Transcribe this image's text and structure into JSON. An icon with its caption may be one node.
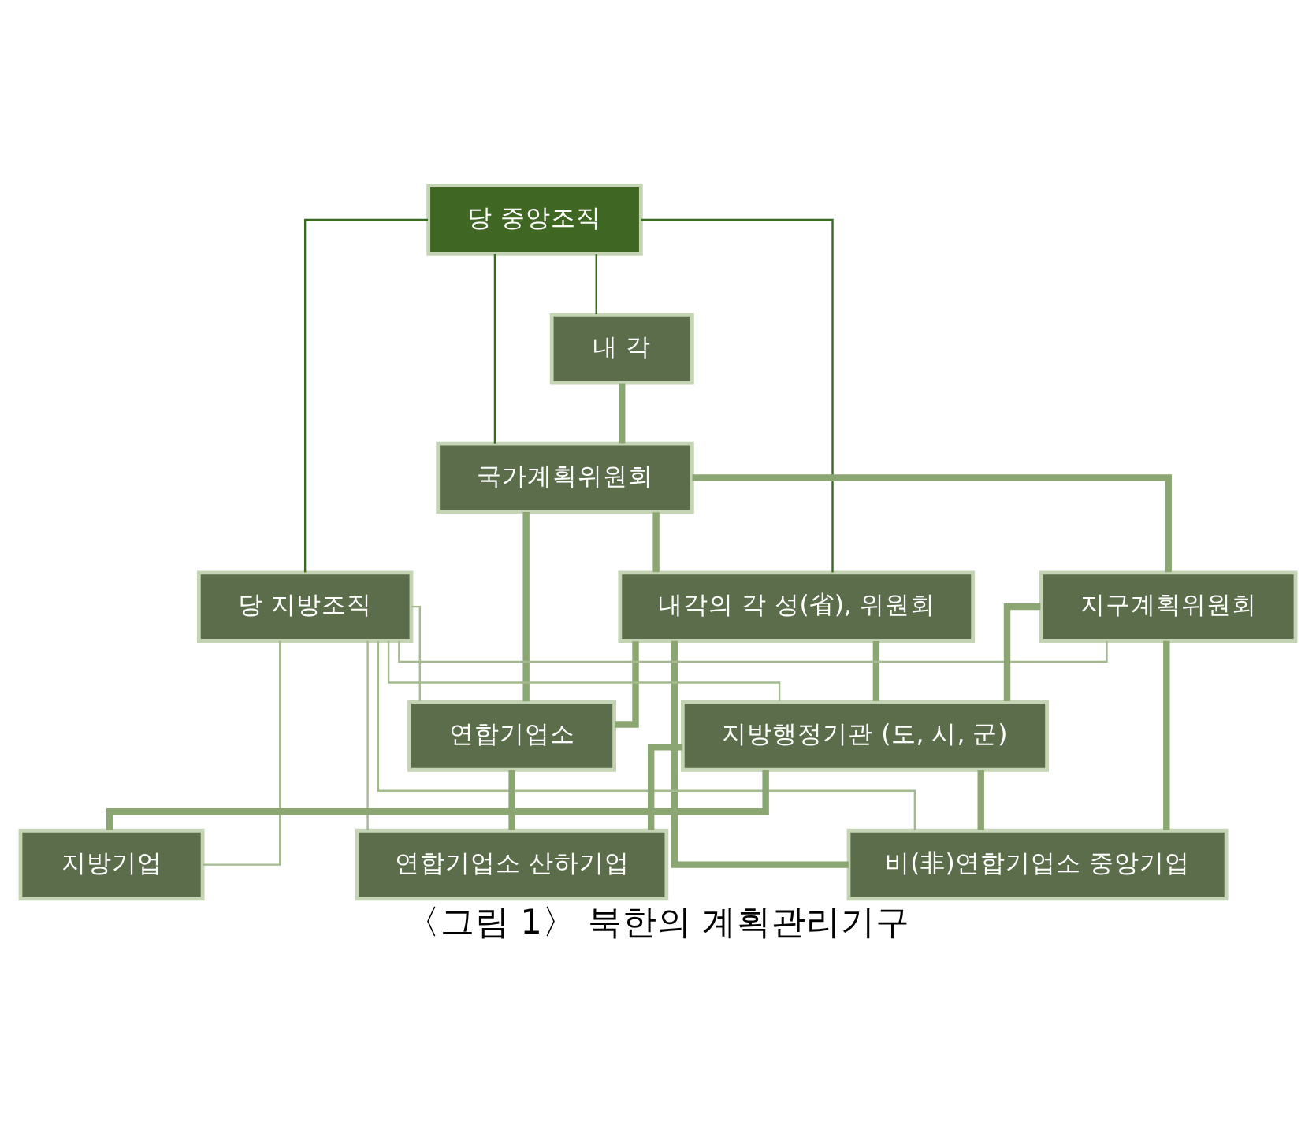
{
  "diagram": {
    "caption": "〈그림 1〉 북한의 계획관리기구",
    "nodes": [
      {
        "text": [
          "당 중앙조직"
        ]
      },
      {
        "text": [
          "내 각"
        ]
      },
      {
        "text": [
          "국가계획위원회"
        ]
      },
      {
        "text": [
          "내각의 각 성(省), 위원회"
        ]
      },
      {
        "text": [
          "당 지방조직"
        ]
      },
      {
        "text": [
          "지구계획위원회"
        ]
      },
      {
        "text": [
          "지방행정기관 (도, 시, 군)"
        ]
      },
      {
        "text": [
          "연합기업소"
        ]
      },
      {
        "text": [
          "비(非)연합기업소 중앙기업"
        ]
      },
      {
        "text": [
          "연합기업소 산하기업"
        ]
      },
      {
        "text": [
          "지방기업"
        ]
      }
    ],
    "edges": [
      {
        "from": 0,
        "to": 1,
        "arrow": "none",
        "color": "#3a6b20"
      },
      {
        "from": 0,
        "to": 2,
        "arrow": "none",
        "color": "#3a6b20"
      },
      {
        "from": 0,
        "to": 3,
        "arrow": "none",
        "color": "#3a6b20"
      },
      {
        "from": 0,
        "to": 4,
        "arrow": "none",
        "color": "#3a6b20"
      },
      {
        "from": 1,
        "to": 2,
        "arrow": "none"
      },
      {
        "from": 2,
        "to": 5,
        "arrow": "none"
      },
      {
        "from": 2,
        "to": 7,
        "arrow": "none"
      },
      {
        "from": 2,
        "to": 3,
        "arrow": "none"
      },
      {
        "from": 3,
        "to": 6,
        "arrow": "none"
      },
      {
        "from": 3,
        "to": 7,
        "arrow": "none"
      },
      {
        "from": 3,
        "to": 8,
        "arrow": "none"
      },
      {
        "from": 4,
        "to": 5,
        "arrow": "none",
        "color": "#a4ba8e"
      },
      {
        "from": 4,
        "to": 7,
        "arrow": "none",
        "color": "#a4ba8e"
      },
      {
        "from": 4,
        "to": 6,
        "arrow": "none",
        "color": "#a4ba8e"
      },
      {
        "from": 4,
        "to": 8,
        "arrow": "none",
        "color": "#a4ba8e"
      },
      {
        "from": 4,
        "to": 9,
        "arrow": "none",
        "color": "#a4ba8e"
      },
      {
        "from": 4,
        "to": 10,
        "arrow": "none",
        "color": "#a4ba8e"
      },
      {
        "from": 5,
        "to": 6,
        "arrow": "none"
      },
      {
        "from": 5,
        "to": 8,
        "arrow": "none"
      },
      {
        "from": 7,
        "to": 9,
        "arrow": "none"
      },
      {
        "from": 6,
        "to": 8,
        "arrow": "none"
      },
      {
        "from": 6,
        "to": 9,
        "arrow": "none"
      },
      {
        "from": 6,
        "to": 10,
        "arrow": "none"
      }
    ]
  }
}
